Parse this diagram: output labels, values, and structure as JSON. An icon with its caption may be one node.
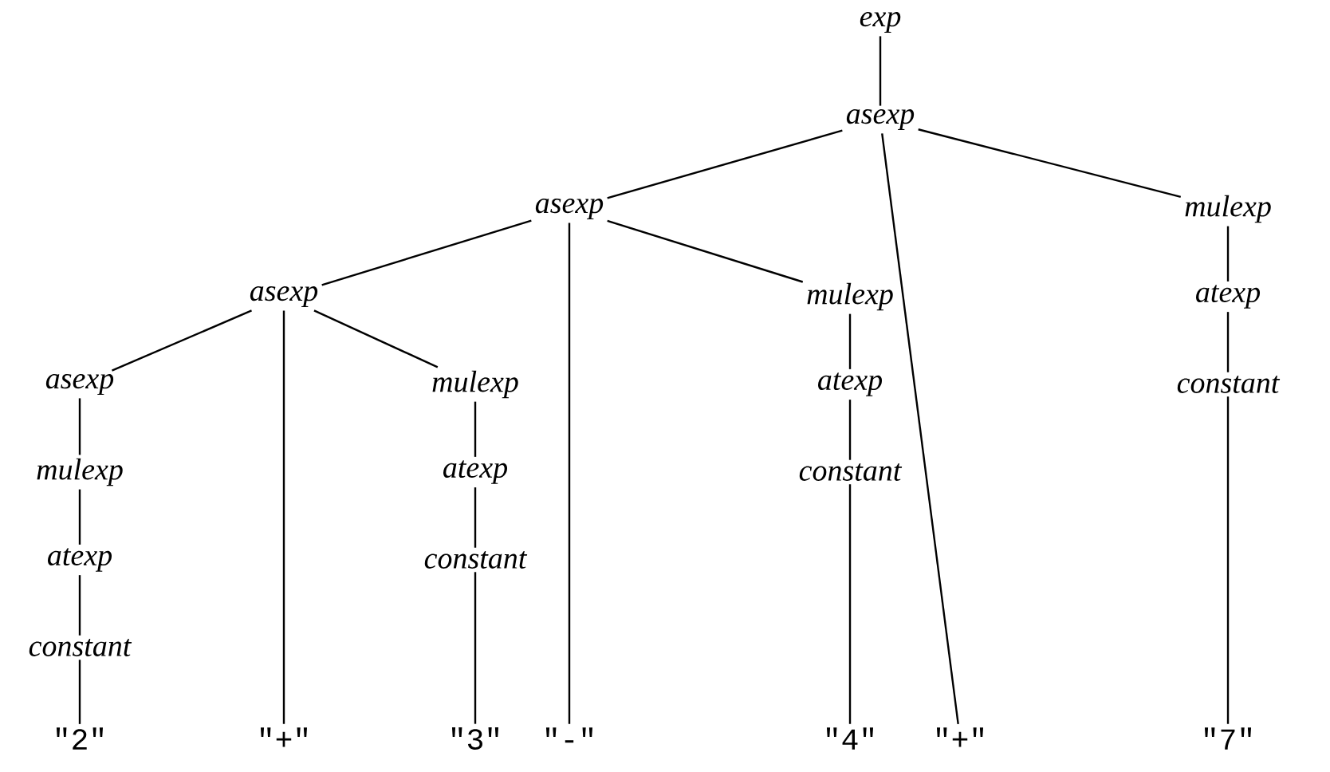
{
  "diagram": {
    "nodes": [
      {
        "text": [
          "exp"
        ]
      },
      {
        "text": [
          "asexp"
        ]
      },
      {
        "text": [
          "asexp"
        ]
      },
      {
        "text": [
          "mulexp"
        ]
      },
      {
        "text": [
          "asexp"
        ]
      },
      {
        "text": [
          "mulexp"
        ]
      },
      {
        "text": [
          "atexp"
        ]
      },
      {
        "text": [
          "asexp"
        ]
      },
      {
        "text": [
          "mulexp"
        ]
      },
      {
        "text": [
          "atexp"
        ]
      },
      {
        "text": [
          "constant"
        ]
      },
      {
        "text": [
          "mulexp"
        ]
      },
      {
        "text": [
          "atexp"
        ]
      },
      {
        "text": [
          "constant"
        ]
      },
      {
        "text": [
          "atexp"
        ]
      },
      {
        "text": [
          "constant"
        ]
      },
      {
        "text": [
          "constant"
        ]
      },
      {
        "text": [
          "\"2\""
        ]
      },
      {
        "text": [
          "\"+\""
        ]
      },
      {
        "text": [
          "\"3\""
        ]
      },
      {
        "text": [
          "\"-\""
        ]
      },
      {
        "text": [
          "\"4\""
        ]
      },
      {
        "text": [
          "\"+\""
        ]
      },
      {
        "text": [
          "\"7\""
        ]
      }
    ],
    "edges": [
      {
        "from": 0,
        "to": 1,
        "arrow": "none"
      },
      {
        "from": 1,
        "to": 2,
        "arrow": "none"
      },
      {
        "from": 1,
        "to": 22,
        "arrow": "none"
      },
      {
        "from": 1,
        "to": 3,
        "arrow": "none"
      },
      {
        "from": 2,
        "to": 4,
        "arrow": "none"
      },
      {
        "from": 2,
        "to": 20,
        "arrow": "none"
      },
      {
        "from": 2,
        "to": 5,
        "arrow": "none"
      },
      {
        "from": 4,
        "to": 7,
        "arrow": "none"
      },
      {
        "from": 4,
        "to": 18,
        "arrow": "none"
      },
      {
        "from": 4,
        "to": 8,
        "arrow": "none"
      },
      {
        "from": 7,
        "to": 11,
        "arrow": "none"
      },
      {
        "from": 11,
        "to": 14,
        "arrow": "none"
      },
      {
        "from": 14,
        "to": 16,
        "arrow": "none"
      },
      {
        "from": 16,
        "to": 17,
        "arrow": "none"
      },
      {
        "from": 8,
        "to": 12,
        "arrow": "none"
      },
      {
        "from": 12,
        "to": 15,
        "arrow": "none"
      },
      {
        "from": 15,
        "to": 19,
        "arrow": "none"
      },
      {
        "from": 5,
        "to": 9,
        "arrow": "none"
      },
      {
        "from": 9,
        "to": 13,
        "arrow": "none"
      },
      {
        "from": 13,
        "to": 21,
        "arrow": "none"
      },
      {
        "from": 3,
        "to": 6,
        "arrow": "none"
      },
      {
        "from": 6,
        "to": 10,
        "arrow": "none"
      },
      {
        "from": 10,
        "to": 23,
        "arrow": "none"
      }
    ]
  }
}
